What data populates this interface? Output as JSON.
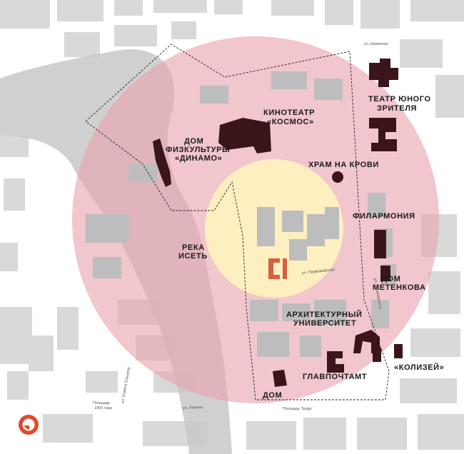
{
  "colors": {
    "background": "#ffffff",
    "building": "#d9d9d9",
    "river": "#c8c8c8",
    "outer_zone": "#e8a3ad",
    "inner_zone": "#fff3bf",
    "landmark": "#3b1519",
    "highlight": "#d4603f",
    "compass": "#e0492b"
  },
  "landmarks": {
    "kosmos": [
      "КИНОТЕАТР",
      "«КОСМОС»"
    ],
    "dinamo": [
      "ДОМ",
      "ФИЗКУЛЬТУРЫ",
      "«ДИНАМО»"
    ],
    "theatre": [
      "ТЕАТР ЮНОГО",
      "ЗРИТЕЛЯ"
    ],
    "church": [
      "ХРАМ НА КРОВИ"
    ],
    "philharmonic": [
      "ФИЛАРМОНИЯ"
    ],
    "river": [
      "РЕКА",
      "ИСЕТЬ"
    ],
    "metenkov": [
      "ДОМ",
      "МЕТЕНКОВА"
    ],
    "university": [
      "АРХИТЕКТУРНЫЙ",
      "УНИВЕРСИТЕТ"
    ],
    "colosseum": [
      "«КОЛИЗЕЙ»"
    ],
    "post": [
      "ГЛАВПОЧТАМТ"
    ],
    "dom": [
      "ДОМ"
    ]
  },
  "streets": {
    "shevchenko": "ул. Шевченко",
    "pervomayskaya": "ул. Первомайская",
    "lenina": "ул. Ленина",
    "truda": "Площадь Труда",
    "square1905": [
      "Площадь",
      "1905 года"
    ],
    "yeltsin": "ул. Бориса Ельцина",
    "lunacharsky": "ул. Луначарского"
  },
  "icons": {
    "compass": "location-marker-icon"
  }
}
